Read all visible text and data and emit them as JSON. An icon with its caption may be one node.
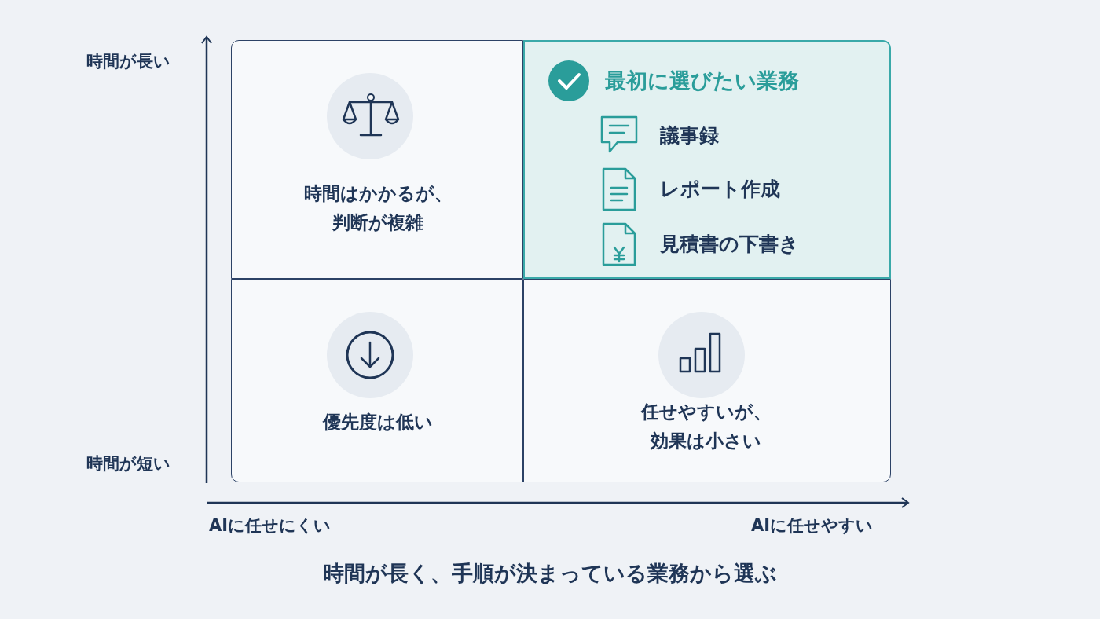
{
  "diagram": {
    "caption": "時間が長く、手順が決まっている業務から選ぶ",
    "nodes": [
      {
        "text": [
          "時間はかかるが、判断が複雑"
        ]
      },
      {
        "text": [
          "最初に選びたい業務",
          "議事録",
          "レポート作成",
          "見積書の下書き"
        ]
      },
      {
        "text": [
          "優先度は低い"
        ]
      },
      {
        "text": [
          "任せやすいが、効果は小さい"
        ]
      }
    ],
    "edges": [],
    "labels": [
      "時間が長い",
      "時間が短い",
      "AIに任せにくい",
      "AIに任せやすい"
    ]
  }
}
